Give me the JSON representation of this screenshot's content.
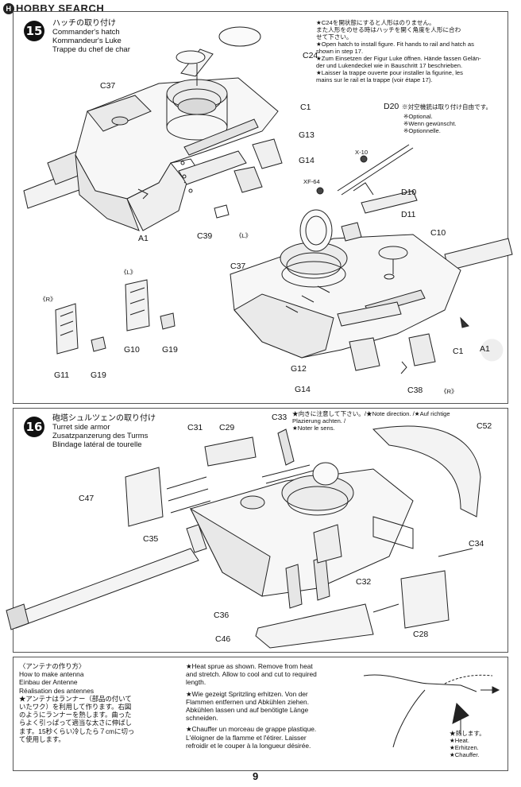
{
  "header": {
    "logo_text": "HOBBY SEARCH",
    "logo_badge": "H"
  },
  "step15": {
    "number": "15",
    "title_jp": "ハッチの取り付け",
    "title_en": "Commander's hatch",
    "title_de": "Kommandeur's Luke",
    "title_fr": "Trappe du chef de char",
    "note_jp_1": "★C24を開状態にすると人形はのりません。",
    "note_jp_2": "また人形をのせる時はハッチを開く角度を人形に合わ",
    "note_jp_3": "せて下さい。",
    "note_en_1": "★Open hatch to install figure. Fit hands to rail and hatch as",
    "note_en_2": "shown in step 17.",
    "note_de_1": "★Zum Einsetzen der Figur Luke öffnen. Hände fassen Gelän-",
    "note_de_2": "der und Lukendeckel wie in Bauschritt 17 beschrieben.",
    "note_fr_1": "★Laisser la trappe ouverte pour installer la figurine, les",
    "note_fr_2": "mains sur le rail et la trappe (voir étape 17).",
    "optional_part": "D20",
    "optional_jp": "※対空機銃は取り付け自由です。",
    "optional_en": "※Optional.",
    "optional_de": "※Wenn gewünscht.",
    "optional_fr": "※Optionnelle.",
    "paint_x10": "X-10",
    "paint_xf64": "XF-64",
    "side_left": "《L》",
    "side_right": "《R》",
    "parts": {
      "c24": "C24",
      "c37a": "C37",
      "c1a": "C1",
      "g13": "G13",
      "g14a": "G14",
      "a1a": "A1",
      "c39": "C39",
      "d10": "D10",
      "d11": "D11",
      "c10": "C10",
      "c37b": "C37",
      "c1b": "C1",
      "a1b": "A1",
      "g12": "G12",
      "g14b": "G14",
      "c38": "C38",
      "g10": "G10",
      "g19a": "G19",
      "g11": "G11",
      "g19b": "G19"
    }
  },
  "step16": {
    "number": "16",
    "title_jp": "砲塔シュルツェンの取り付け",
    "title_en": "Turret side armor",
    "title_de": "Zusatzpanzerung des Turms",
    "title_fr": "Blindage latéral de tourelle",
    "direction_note_1": "★向きに注意して下さい。/★Note direction. /★Auf richtige",
    "direction_note_2": "Plazierung achten. /",
    "direction_note_3": "★Noter le sens.",
    "parts": {
      "c33": "C33",
      "c31": "C31",
      "c29": "C29",
      "c52": "C52",
      "c47": "C47",
      "c35": "C35",
      "c34": "C34",
      "c32": "C32",
      "c36": "C36",
      "c28": "C28",
      "c46": "C46"
    }
  },
  "antenna": {
    "title_jp": "〈アンテナの作り方〉",
    "title_en": "How to make antenna",
    "title_de": "Einbau der Antenne",
    "title_fr": "Réalisation des antennes",
    "jp_text": [
      "★アンテナはランナー（部品の付いて",
      "いたワク）を利用して作ります。右図",
      "のようにランナーを熱します。曲った",
      "らよく引っぱって適当な太さに伸ばし",
      "ます。15秒くらい冷したら７cmに切っ",
      "て使用します。"
    ],
    "en_text": [
      "★Heat sprue as shown. Remove from heat",
      "and stretch. Allow to cool and cut to required",
      "length."
    ],
    "de_text": [
      "★Wie gezeigt Spritzling erhitzen. Von der",
      "Flammen entfernen und Abkühlen ziehen.",
      "Abkühlen lassen und auf benötigte Länge",
      "schneiden."
    ],
    "fr_text": [
      "★Chauffer un morceau de grappe plastique.",
      "L'éloigner de la flamme et l'étirer. Laisser",
      "refroidir et le couper à la longueur désirée."
    ],
    "heat_jp": "★熱します。",
    "heat_en": "★Heat.",
    "heat_de": "★Erhitzen.",
    "heat_fr": "★Chauffer."
  },
  "page_number": "9"
}
